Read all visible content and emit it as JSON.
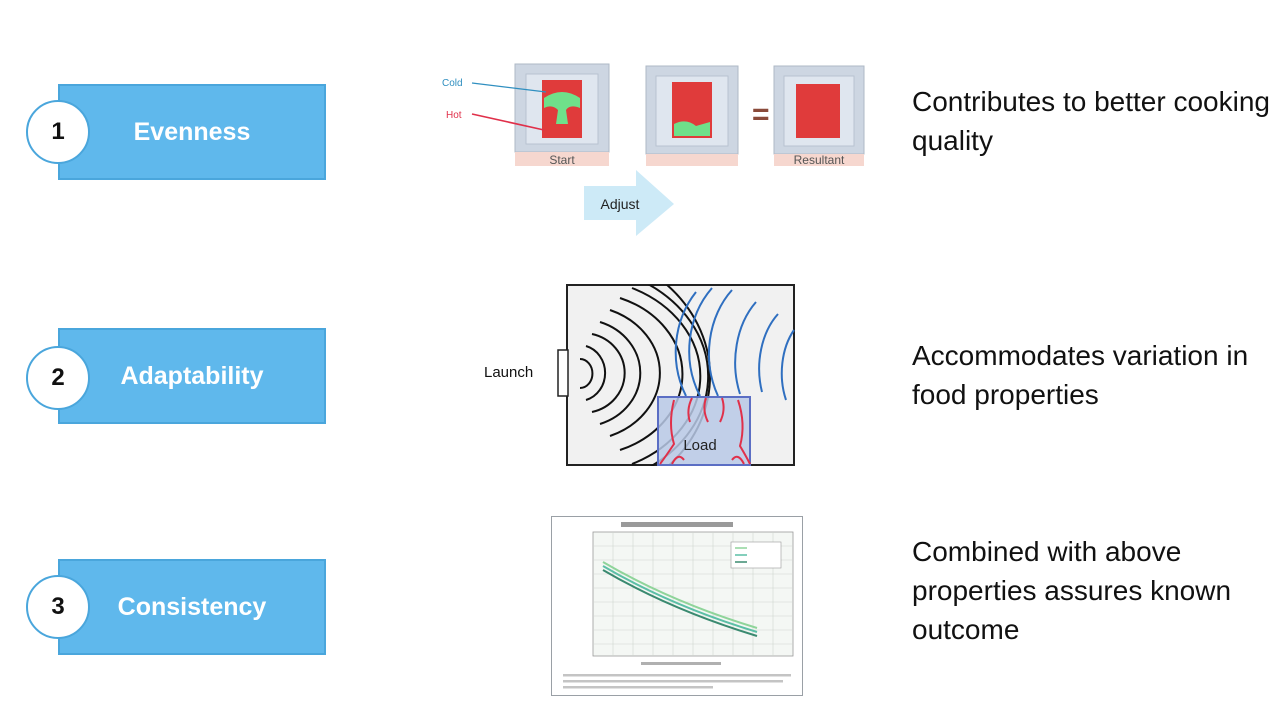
{
  "rows": [
    {
      "number": "1",
      "label": "Evenness",
      "description": "Contributes to better cooking quality"
    },
    {
      "number": "2",
      "label": "Adaptability",
      "description": "Accommodates variation in food properties"
    },
    {
      "number": "3",
      "label": "Consistency",
      "description": "Combined with above properties assures known outcome"
    }
  ],
  "evenness_figure": {
    "cold_label": "Cold",
    "hot_label": "Hot",
    "start_caption": "Start",
    "resultant_caption": "Resultant",
    "equals_sign": "=",
    "adjust_label": "Adjust"
  },
  "adaptability_figure": {
    "launch_label": "Launch",
    "load_label": "Load"
  },
  "colors": {
    "label_fill": "#5fb8ec",
    "label_border": "#4aa6dc",
    "hot": "#e03b3b",
    "cold": "#6fe08a",
    "wave_black": "#111111",
    "wave_blue": "#2f6fc0"
  }
}
